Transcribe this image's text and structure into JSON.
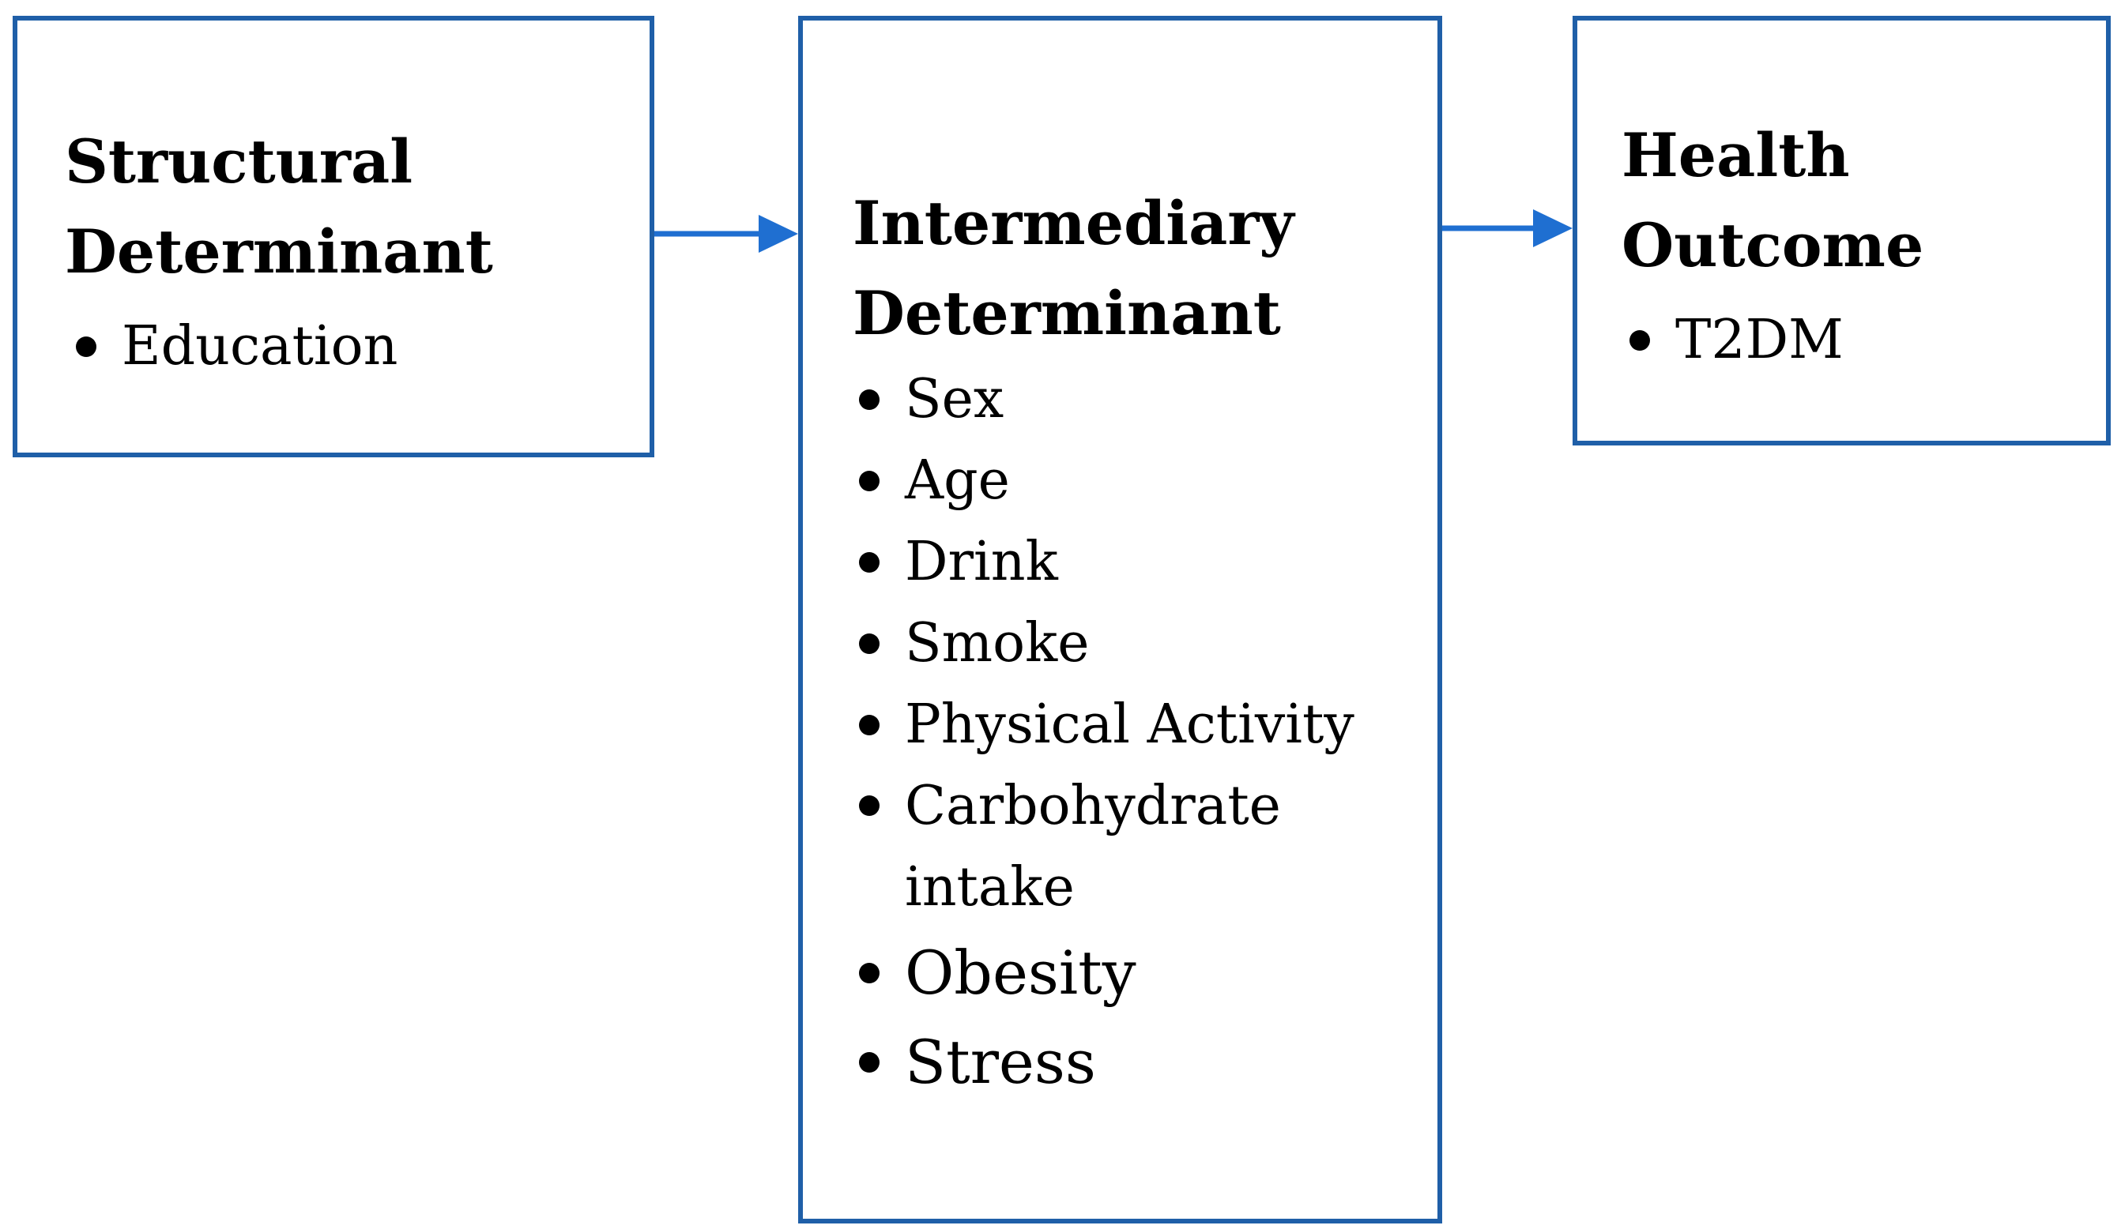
{
  "colors": {
    "border": "#1f5fa8",
    "arrow": "#1f6fd1",
    "text": "#000000"
  },
  "boxes": [
    {
      "title_lines": [
        "Structural",
        "Determinant"
      ],
      "items": [
        "Education"
      ]
    },
    {
      "title_lines": [
        "Intermediary",
        "Determinant"
      ],
      "items": [
        "Sex",
        "Age",
        "Drink",
        "Smoke",
        "Physical Activity",
        "Carbohydrate intake",
        "Obesity",
        "Stress"
      ]
    },
    {
      "title_lines": [
        "Health",
        "Outcome"
      ],
      "items": [
        "T2DM"
      ]
    }
  ],
  "arrows": [
    {
      "from": "Structural Determinant",
      "to": "Intermediary Determinant"
    },
    {
      "from": "Intermediary Determinant",
      "to": "Health Outcome"
    }
  ]
}
